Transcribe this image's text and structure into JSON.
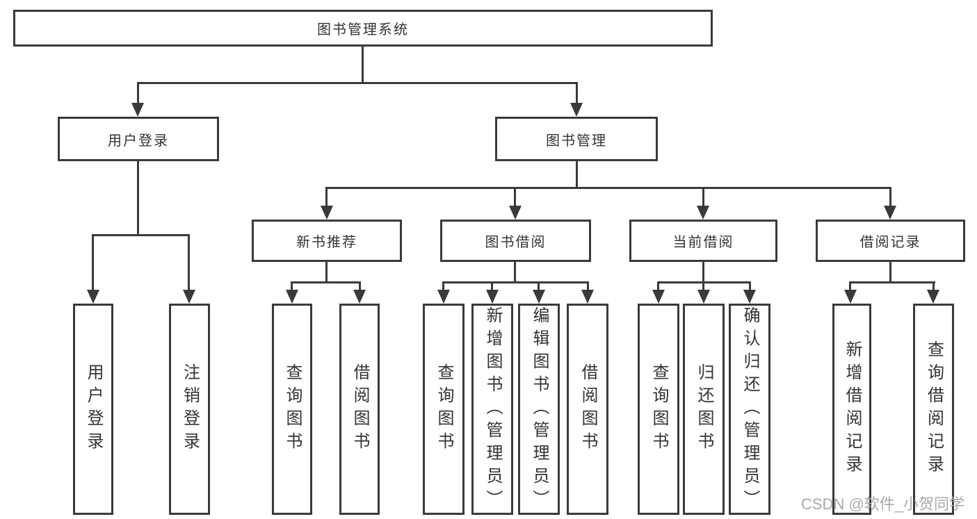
{
  "tree": {
    "root": {
      "label": "图书管理系统"
    },
    "branches": [
      {
        "label": "用户登录",
        "children": [
          {
            "label": "用户登录"
          },
          {
            "label": "注销登录"
          }
        ]
      },
      {
        "label": "图书管理",
        "children": [
          {
            "label": "新书推荐",
            "children": [
              {
                "label": "查询图书"
              },
              {
                "label": "借阅图书"
              }
            ]
          },
          {
            "label": "图书借阅",
            "children": [
              {
                "label": "查询图书"
              },
              {
                "label": "新增图书（管理员）"
              },
              {
                "label": "编辑图书（管理员）"
              },
              {
                "label": "借阅图书"
              }
            ]
          },
          {
            "label": "当前借阅",
            "children": [
              {
                "label": "查询图书"
              },
              {
                "label": "归还图书"
              },
              {
                "label": "确认归还（管理员）"
              }
            ]
          },
          {
            "label": "借阅记录",
            "children": [
              {
                "label": "新增借阅记录"
              },
              {
                "label": "查询借阅记录"
              }
            ]
          }
        ]
      }
    ]
  },
  "watermark": "CSDN @软件_小贺同学",
  "colors": {
    "line": "#3a3a3a",
    "text": "#333333",
    "bg": "#ffffff",
    "watermark": "#a9a9a9"
  }
}
